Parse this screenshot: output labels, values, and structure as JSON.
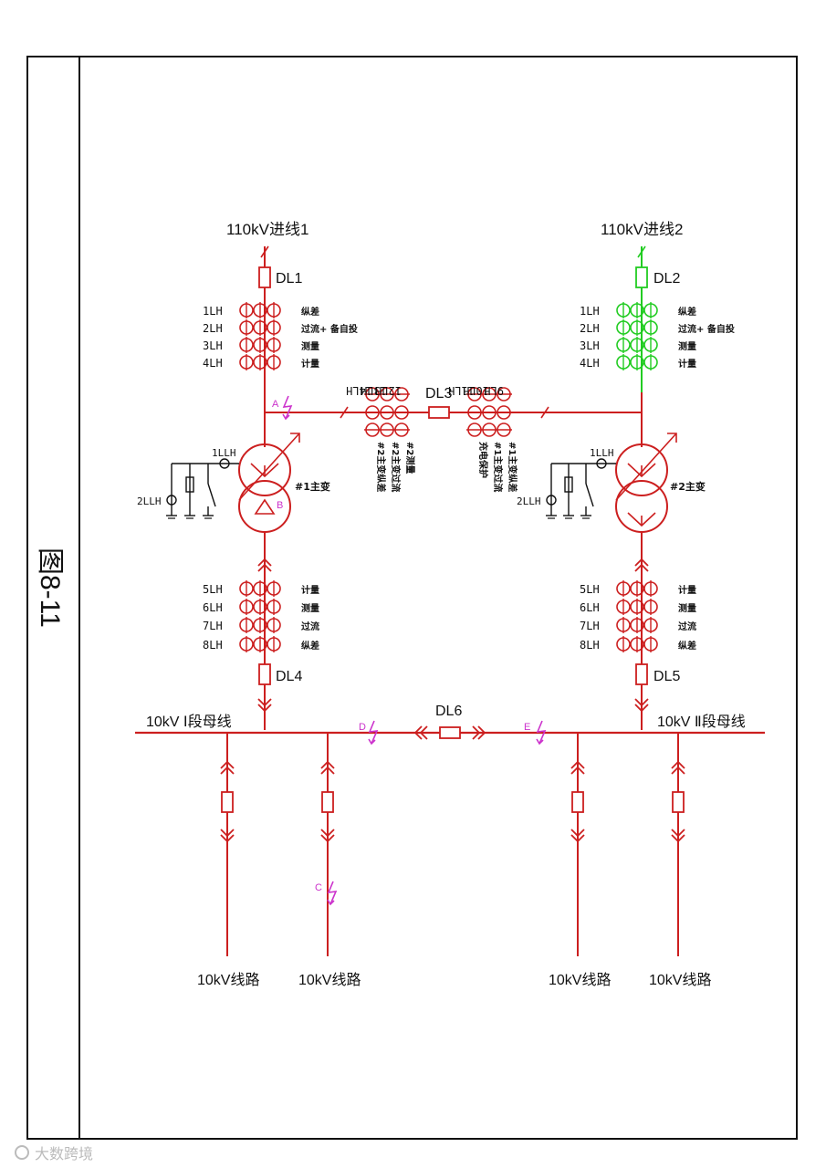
{
  "figure_label": "图8-11",
  "colors": {
    "red": "#cc1f1f",
    "green": "#22cc22",
    "magenta": "#cc33cc",
    "frame": "#111111"
  },
  "incoming": [
    {
      "title": "110kV进线1",
      "breaker": "DL1",
      "cts": [
        "1LH",
        "2LH",
        "3LH",
        "4LH"
      ],
      "ct_funcs": [
        "纵差",
        "过流+ 备自投",
        "测量",
        "计量"
      ]
    },
    {
      "title": "110kV进线2",
      "breaker": "DL2",
      "cts": [
        "1LH",
        "2LH",
        "3LH",
        "4LH"
      ],
      "ct_funcs": [
        "纵差",
        "过流+ 备自投",
        "测量",
        "计量"
      ]
    }
  ],
  "bus_tie_110": {
    "breaker": "DL3",
    "left_cts": [
      "12LH",
      "13LH",
      "14LH"
    ],
    "left_funcs": [
      "#2测量",
      "#2主变过流",
      "#2主变纵差"
    ],
    "right_cts": [
      "9LH",
      "10LH",
      "11LH"
    ],
    "right_funcs": [
      "#1主变纵差",
      "#1主变过流",
      "充电保护"
    ]
  },
  "transformers": [
    {
      "name": "#1主变",
      "neutral_ct": "1LLH",
      "gap_ct": "2LLH"
    },
    {
      "name": "#2主变",
      "neutral_ct": "1LLH",
      "gap_ct": "2LLH"
    }
  ],
  "low_side": [
    {
      "breaker": "DL4",
      "cts": [
        "5LH",
        "6LH",
        "7LH",
        "8LH"
      ],
      "ct_funcs": [
        "计量",
        "测量",
        "过流",
        "纵差"
      ]
    },
    {
      "breaker": "DL5",
      "cts": [
        "5LH",
        "6LH",
        "7LH",
        "8LH"
      ],
      "ct_funcs": [
        "计量",
        "测量",
        "过流",
        "纵差"
      ]
    }
  ],
  "buses": {
    "left": "10kV Ⅰ段母线",
    "right": "10kV Ⅱ段母线",
    "tie_breaker": "DL6"
  },
  "faults": [
    "A",
    "B",
    "C",
    "D",
    "E"
  ],
  "feeders": [
    "10kV线路",
    "10kV线路",
    "10kV线路",
    "10kV线路"
  ],
  "watermark": "大数跨境"
}
